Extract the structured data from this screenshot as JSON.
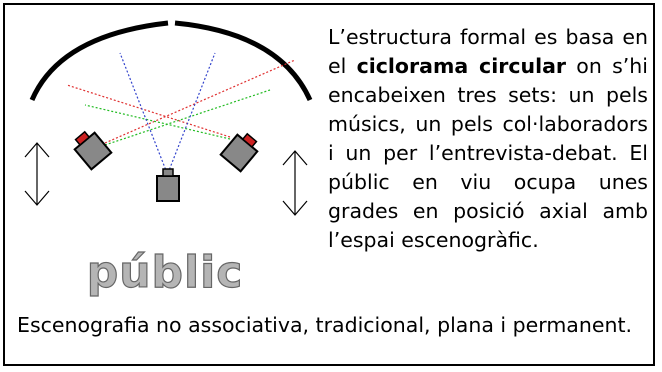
{
  "diagram": {
    "audience_label": "públic"
  },
  "description": {
    "part1": "L’estructura formal es basa en el ",
    "highlight": "ciclorama circular",
    "part2": " on s’hi encabeixen tres sets: un pels músics, un pels col·laboradors i un per l’entrevista-debat. El públic en viu ocupa unes grades en posició axial amb l’espai escenogràfic."
  },
  "footer": {
    "text": "Escenografia no associativa, tradicional, plana i permanent."
  },
  "colors": {
    "line_red": "#e03030",
    "line_green": "#22bb22",
    "line_blue": "#3344cc",
    "camera_fill": "#888888",
    "camera_lens_red": "#cc2222",
    "audience_fill": "#b5b5b5"
  }
}
